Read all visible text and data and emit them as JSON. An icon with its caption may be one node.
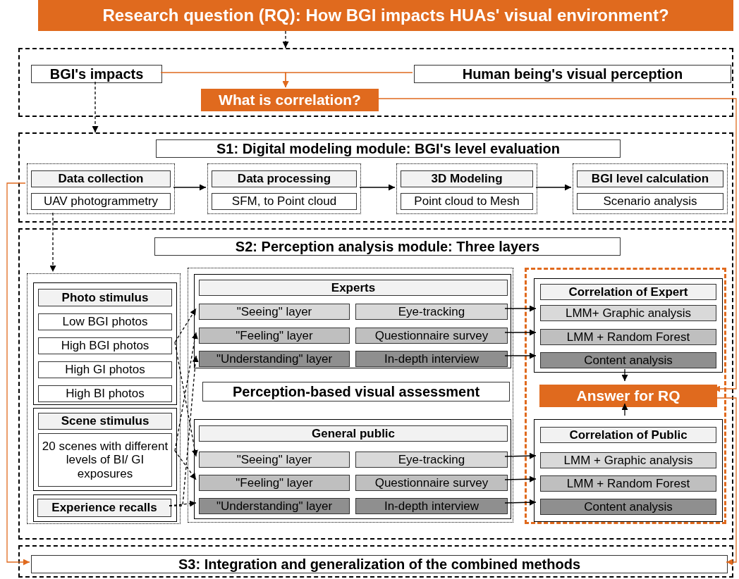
{
  "diagram": {
    "nodes": [
      {
        "text": [
          "Research question (RQ): How BGI impacts HUAs' visual environment?"
        ]
      },
      {
        "text": [],
        "shape": "box"
      },
      {
        "text": [
          "BGI's impacts"
        ],
        "in": 1
      },
      {
        "text": [
          "Human being's visual perception"
        ],
        "in": 1
      },
      {
        "text": [
          "What is correlation?"
        ],
        "in": 1
      },
      {
        "text": [],
        "shape": "box"
      },
      {
        "text": [
          "S1: Digital modeling module: BGI's level evaluation"
        ],
        "in": 5
      },
      {
        "text": [
          "Data collection",
          "UAV photogrammetry"
        ],
        "in": 5
      },
      {
        "text": [
          "Data processing",
          "SFM, to Point cloud"
        ],
        "in": 5
      },
      {
        "text": [
          "3D Modeling",
          "Point cloud to Mesh"
        ],
        "in": 5
      },
      {
        "text": [
          "BGI level calculation",
          "Scenario analysis"
        ],
        "in": 5
      },
      {
        "text": [],
        "shape": "box"
      },
      {
        "text": [
          "S2: Perception analysis module: Three layers"
        ],
        "in": 11
      },
      {
        "text": [],
        "shape": "box",
        "in": 11
      },
      {
        "text": [],
        "shape": "box",
        "in": 13
      },
      {
        "text": [
          "Low BGI photos"
        ],
        "in": 14
      },
      {
        "text": [
          "High BGI photos"
        ],
        "in": 14
      },
      {
        "text": [
          "High GI photos"
        ],
        "in": 14
      },
      {
        "text": [
          "High BI photos"
        ],
        "in": 14
      },
      {
        "text": [],
        "shape": "box",
        "in": 13
      },
      {
        "text": [
          "20 scenes with different levels of BI/ GI exposures"
        ],
        "in": 19
      },
      {
        "text": [
          "Experience recalls"
        ],
        "in": 13
      },
      {
        "text": [],
        "shape": "box",
        "in": 11
      },
      {
        "text": [],
        "shape": "box",
        "in": 22
      },
      {
        "text": [
          "\"Seeing\" layer"
        ],
        "in": 23
      },
      {
        "text": [
          "Eye-tracking"
        ],
        "in": 23
      },
      {
        "text": [
          "\"Feeling\" layer"
        ],
        "in": 23
      },
      {
        "text": [
          "Questionnaire survey"
        ],
        "in": 23
      },
      {
        "text": [
          "\"Understanding\" layer"
        ],
        "in": 23
      },
      {
        "text": [
          "In-depth interview"
        ],
        "in": 23
      },
      {
        "text": [
          "Perception-based visual assessment"
        ],
        "in": 22
      },
      {
        "text": [],
        "shape": "box",
        "in": 22
      },
      {
        "text": [
          "\"Seeing\" layer"
        ],
        "in": 31
      },
      {
        "text": [
          "Eye-tracking"
        ],
        "in": 31
      },
      {
        "text": [
          "\"Feeling\" layer"
        ],
        "in": 31
      },
      {
        "text": [
          "Questionnaire survey"
        ],
        "in": 31
      },
      {
        "text": [
          "\"Understanding\" layer"
        ],
        "in": 31
      },
      {
        "text": [
          "In-depth interview"
        ],
        "in": 31
      },
      {
        "text": [],
        "shape": "box",
        "in": 11
      },
      {
        "text": [],
        "shape": "box",
        "in": 38
      },
      {
        "text": [
          "LMM+ Graphic analysis"
        ],
        "in": 39
      },
      {
        "text": [
          "LMM + Random Forest"
        ],
        "in": 39
      },
      {
        "text": [
          "Content analysis"
        ],
        "in": 39
      },
      {
        "text": [
          "Answer for RQ"
        ],
        "in": 38
      },
      {
        "text": [],
        "shape": "box",
        "in": 38
      },
      {
        "text": [
          "LMM + Graphic analysis"
        ],
        "in": 44
      },
      {
        "text": [
          "LMM + Random Forest"
        ],
        "in": 44
      },
      {
        "text": [
          "Content analysis"
        ],
        "in": 44
      },
      {
        "text": [],
        "shape": "box"
      },
      {
        "text": [
          "S3: Integration and generalization of the combined methods"
        ],
        "in": 48
      },
      {
        "text": [
          "Photo stimulus"
        ],
        "in": 14
      },
      {
        "text": [
          "Scene stimulus"
        ],
        "in": 19
      },
      {
        "text": [
          "Experts"
        ],
        "in": 23
      },
      {
        "text": [
          "General public"
        ],
        "in": 31
      },
      {
        "text": [
          "Correlation of Expert"
        ],
        "in": 39
      },
      {
        "text": [
          "Correlation of Public"
        ],
        "in": 44
      }
    ],
    "edges": [
      {
        "from": 0,
        "to": 1,
        "arrow": "to",
        "style": "dashed"
      },
      {
        "from": 2,
        "to": 4,
        "arrow": "to",
        "color": "#e06a1e"
      },
      {
        "from": 3,
        "to": 4,
        "arrow": "to",
        "color": "#e06a1e"
      },
      {
        "from": 2,
        "to": 5,
        "arrow": "to",
        "style": "dashed"
      },
      {
        "from": 4,
        "to": 43,
        "arrow": "to",
        "color": "#e06a1e"
      },
      {
        "from": 43,
        "to": 49,
        "arrow": "to",
        "color": "#e06a1e"
      },
      {
        "from": 7,
        "to": 49,
        "arrow": "to",
        "color": "#e06a1e"
      },
      {
        "from": 7,
        "to": 8,
        "arrow": "to"
      },
      {
        "from": 8,
        "to": 9,
        "arrow": "to"
      },
      {
        "from": 9,
        "to": 10,
        "arrow": "to"
      },
      {
        "from": 7,
        "to": 13,
        "arrow": "to",
        "style": "dashed"
      },
      {
        "from": 14,
        "to": 24,
        "arrow": "to",
        "style": "dashed"
      },
      {
        "from": 14,
        "to": 32,
        "arrow": "to",
        "style": "dashed"
      },
      {
        "from": 19,
        "to": 26,
        "arrow": "to",
        "style": "dashed"
      },
      {
        "from": 19,
        "to": 34,
        "arrow": "to",
        "style": "dashed"
      },
      {
        "from": 21,
        "to": 28,
        "arrow": "to",
        "style": "dashed"
      },
      {
        "from": 21,
        "to": 36,
        "arrow": "to",
        "style": "dashed"
      },
      {
        "from": 25,
        "to": 40,
        "arrow": "to"
      },
      {
        "from": 27,
        "to": 41,
        "arrow": "to"
      },
      {
        "from": 29,
        "to": 42,
        "arrow": "to"
      },
      {
        "from": 33,
        "to": 45,
        "arrow": "to"
      },
      {
        "from": 35,
        "to": 46,
        "arrow": "to"
      },
      {
        "from": 37,
        "to": 47,
        "arrow": "to"
      },
      {
        "from": 39,
        "to": 43,
        "arrow": "to"
      },
      {
        "from": 44,
        "to": 43,
        "arrow": "to"
      }
    ]
  }
}
